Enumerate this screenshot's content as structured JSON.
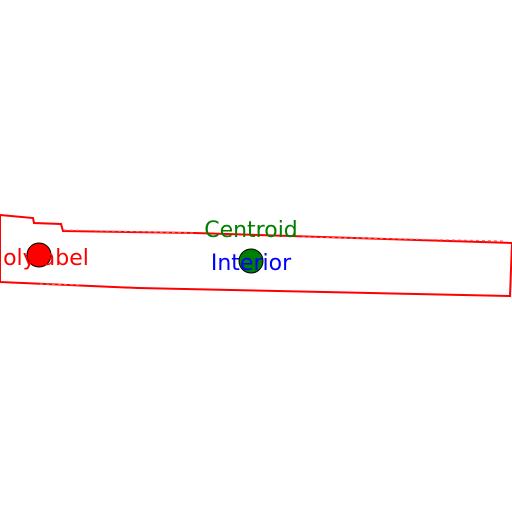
{
  "polygon": {
    "stroke_color": "#ff0000"
  },
  "markers": {
    "polylabel": {
      "label": "olylabel",
      "fill_color": "#ff0000",
      "text_color": "#ff0000"
    },
    "centroid": {
      "label": "Centroid",
      "fill_color": "#008000",
      "text_color": "#008000"
    },
    "interior": {
      "label": "Interior",
      "fill_color": "#008000",
      "text_color": "#0000ff"
    }
  }
}
